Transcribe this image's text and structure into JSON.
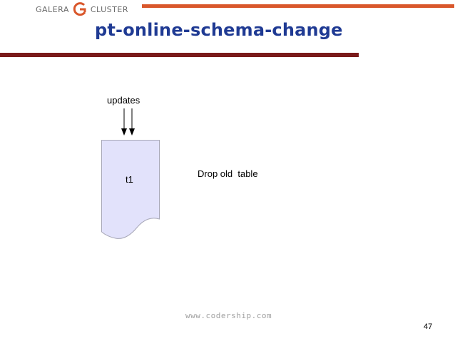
{
  "header": {
    "logo_left": "GALERA",
    "logo_right": "CLUSTER",
    "accent_color": "#d9572b",
    "title_bar_color": "#7a1a1a"
  },
  "slide": {
    "title": "pt-online-schema-change",
    "title_color": "#1f3a93"
  },
  "diagram": {
    "updates_label": "updates",
    "table_label": "t1",
    "table_fill": "#e2e2fb",
    "action_label": "Drop old  table"
  },
  "footer": {
    "url": "www.codership.com",
    "page_number": "47"
  }
}
